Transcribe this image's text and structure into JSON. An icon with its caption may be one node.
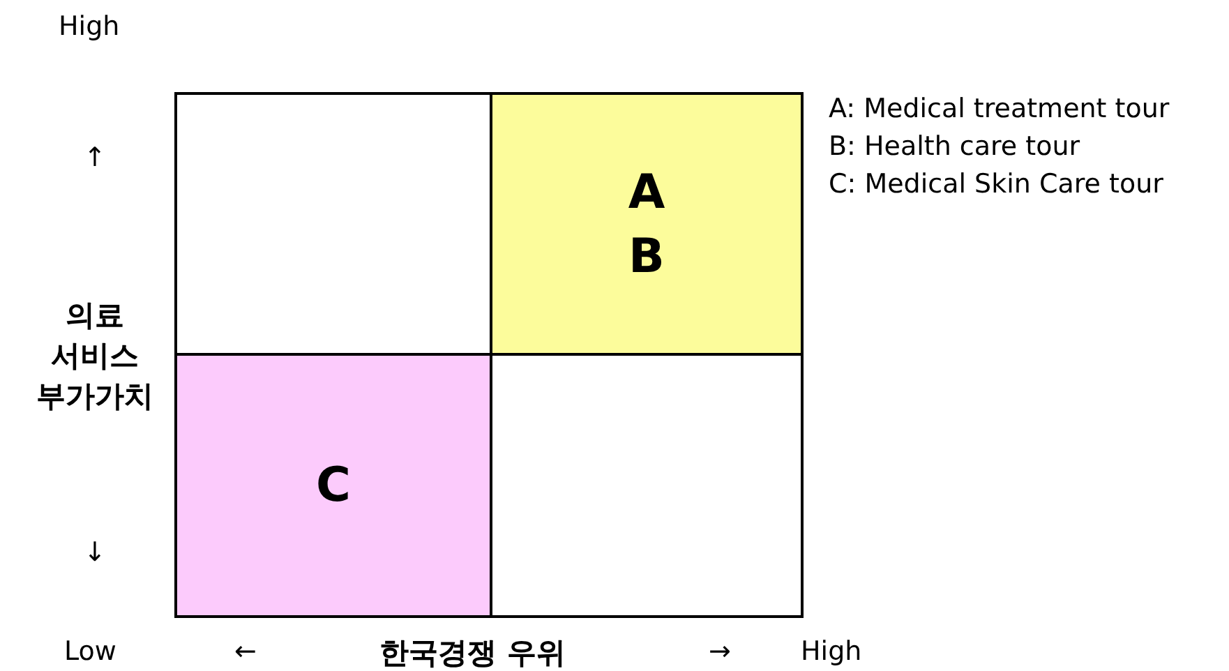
{
  "diagram": {
    "nodes": [
      {
        "text": [],
        "shape": "box"
      },
      {
        "text": [
          "A",
          "B"
        ]
      },
      {
        "text": [
          "C"
        ]
      },
      {
        "text": [],
        "shape": "box"
      }
    ],
    "edges": [],
    "labels": [
      "High",
      "A: Medical treatment tour",
      "B: Health care tour",
      "C: Medical Skin Care tour",
      "↑",
      "의료 서비스 부가가치",
      "↓",
      "Low",
      "←",
      "한국경쟁 우위",
      "→",
      "High"
    ]
  }
}
